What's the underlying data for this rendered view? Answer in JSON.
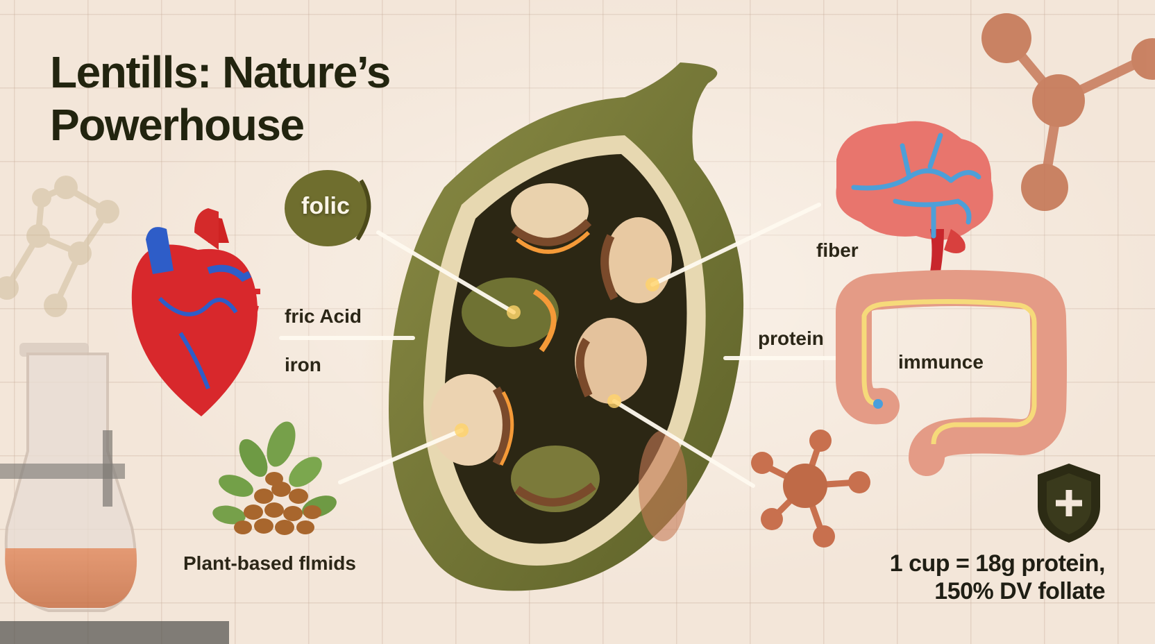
{
  "title": {
    "line1": "Lentills: Nature’s",
    "line2": "Powerhouse"
  },
  "labels": {
    "folic": "folic",
    "fric_acid": "fric Acid",
    "iron": "iron",
    "plant_based": "Plant-based ﬂmids",
    "fiber": "fiber",
    "protein": "protein",
    "immune": "immunce"
  },
  "stat": {
    "line1": "1 cup = 18g protein,",
    "line2": "150% DV follate"
  },
  "icons": [
    "heart-icon",
    "brain-icon",
    "intestine-icon",
    "shield-plus-icon",
    "molecule-icon",
    "lentil-pod-icon",
    "lentil-seeds-icon",
    "flask-icon"
  ],
  "colors": {
    "background": "#f3e6d9",
    "pod_green": "#6e7233",
    "heart_red": "#d8282c",
    "brain_pink": "#e8766e",
    "intestine": "#e49b86",
    "shield": "#2b2a12",
    "molecule": "#b9694a"
  }
}
